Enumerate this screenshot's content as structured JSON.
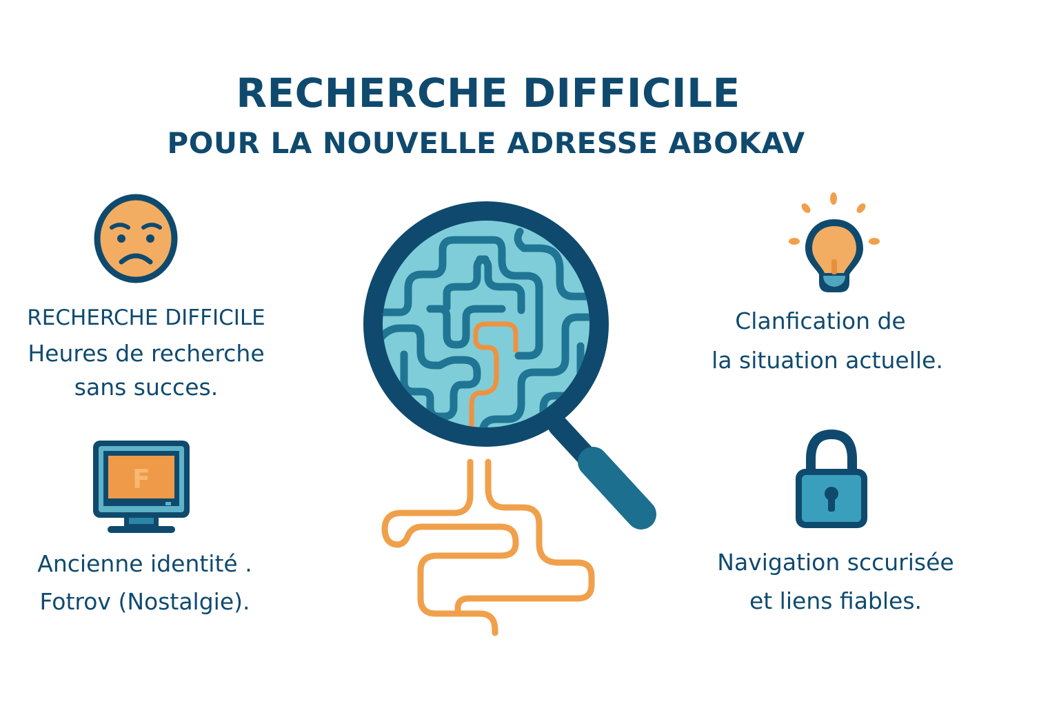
{
  "header": {
    "title": "RECHERCHE DIFFICILE",
    "subtitle": "POUR LA NOUVELLE ADRESSE ABOKAV"
  },
  "left_items": [
    {
      "icon": "sad-face-icon",
      "lines": [
        "RECHERCHE DIFFICILE",
        "Heures de recherche",
        "sans succes."
      ]
    },
    {
      "icon": "monitor-icon",
      "monitor_letter": "F",
      "lines": [
        "Ancienne identité .",
        "Fotrov (Nostalgie)."
      ]
    }
  ],
  "center": {
    "icon": "magnifying-glass-maze-icon"
  },
  "right_items": [
    {
      "icon": "lightbulb-icon",
      "lines": [
        "Clanfication de",
        "la situation actuelle."
      ]
    },
    {
      "icon": "padlock-icon",
      "lines": [
        "Navigation sccurisée",
        "et liens fiables."
      ]
    }
  ],
  "colors": {
    "navy": "#0f4a6e",
    "teal": "#1f7593",
    "light_teal": "#7fcdd8",
    "orange": "#f0a04b",
    "face_fill": "#f2ad62",
    "monitor_screen": "#ef9a48"
  }
}
